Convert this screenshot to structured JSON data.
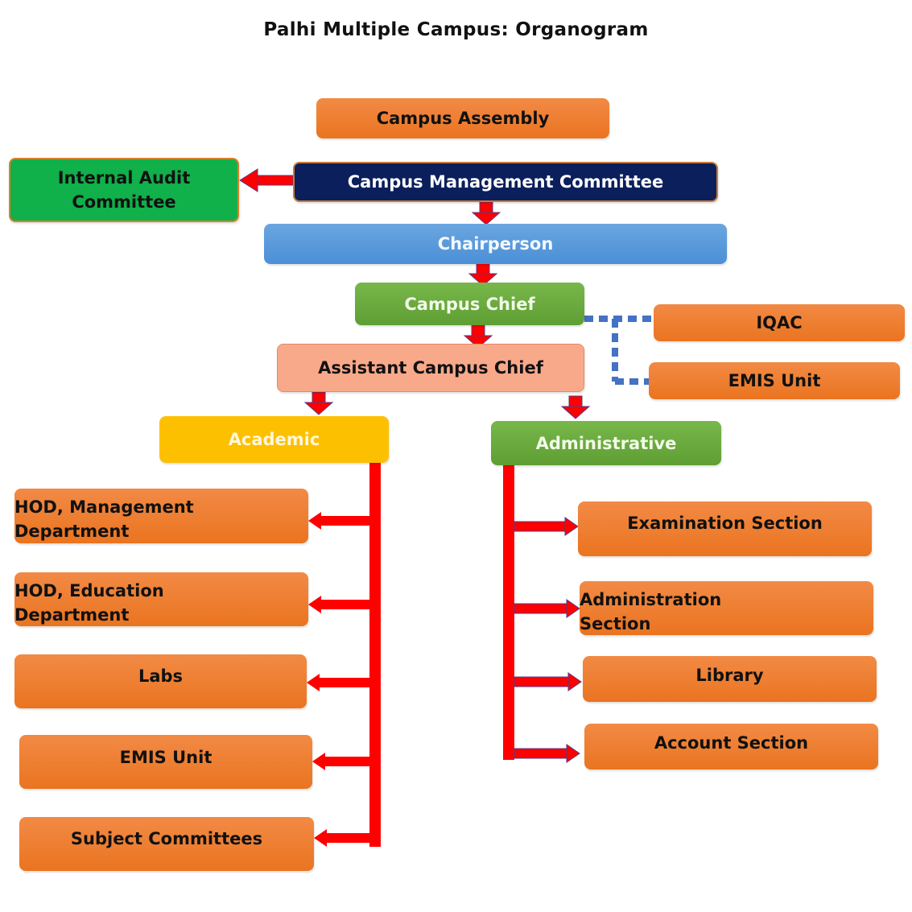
{
  "title": "Palhi Multiple Campus: Organogram",
  "colors": {
    "orange": "#ED7D31",
    "internal_audit_green": "#10B04A",
    "navy": "#0B1F5C",
    "chairperson_blue": "#5B9BD5",
    "chief_green": "#70AD47",
    "assistant_salmon": "#F8A98A",
    "academic_yellow": "#FFC000",
    "arrow_red": "#FF0000",
    "dotted_blue": "#4472C4"
  },
  "nodes": {
    "campus_assembly": "Campus Assembly",
    "internal_audit": [
      "Internal Audit",
      "Committee"
    ],
    "management_committee": "Campus Management Committee",
    "chairperson": "Chairperson",
    "campus_chief": "Campus Chief",
    "iqac": "IQAC",
    "emis_unit_top": "EMIS Unit",
    "assistant_chief": "Assistant Campus Chief",
    "academic": "Academic",
    "administrative": "Administrative"
  },
  "academic_units": [
    [
      "HOD, Management",
      "Department"
    ],
    [
      "HOD, Education",
      "Department"
    ],
    [
      "Labs"
    ],
    [
      "EMIS Unit"
    ],
    [
      "Subject Committees"
    ]
  ],
  "administrative_units": [
    [
      "Examination Section"
    ],
    [
      "Administration",
      "Section"
    ],
    [
      "Library"
    ],
    [
      "Account Section"
    ]
  ]
}
